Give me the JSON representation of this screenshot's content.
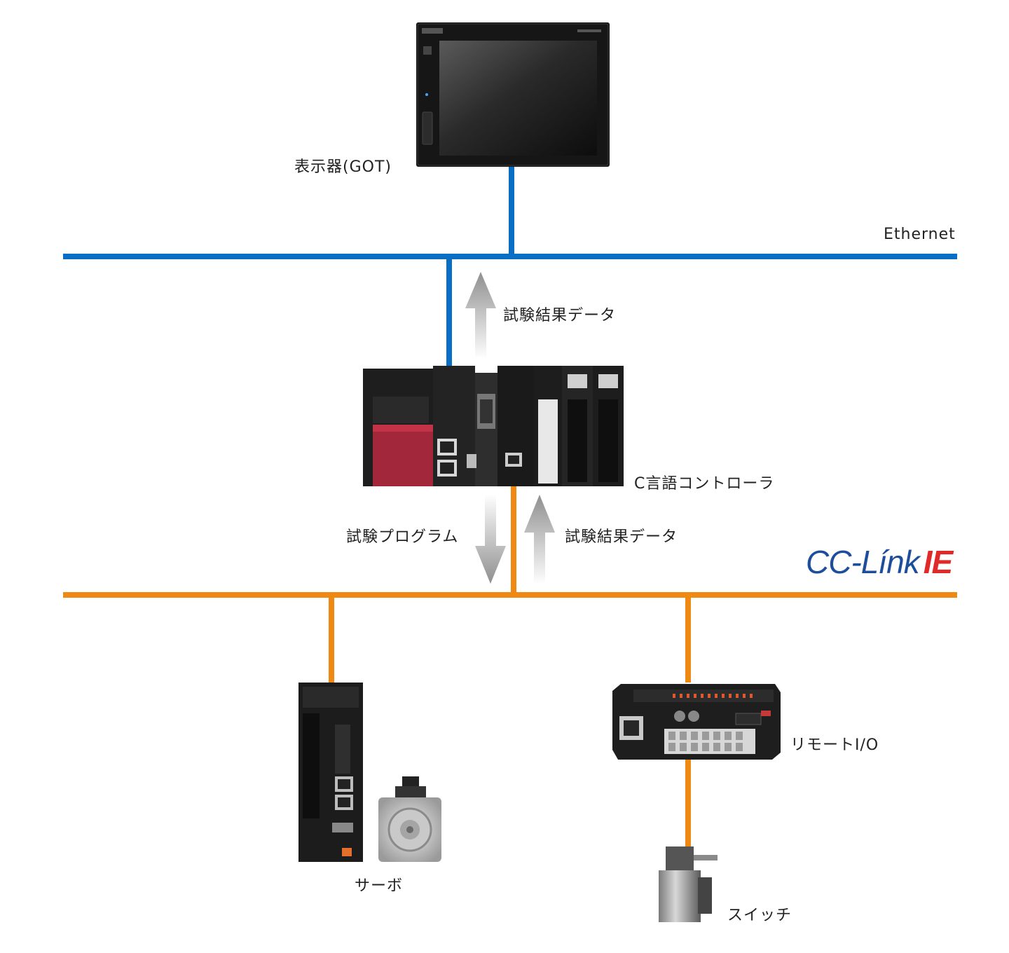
{
  "labels": {
    "got": "表示器(GOT)",
    "ethernet": "Ethernet",
    "test_result_upper": "試験結果データ",
    "controller": "C言語コントローラ",
    "test_program": "試験プログラム",
    "test_result_lower": "試験結果データ",
    "servo": "サーボ",
    "remote_io": "リモートI/O",
    "switch": "スイッチ"
  },
  "logo": {
    "cc_text": "CC-Línk",
    "ie_text": "IE"
  },
  "colors": {
    "ethernet": "#0a6ec5",
    "cclink": "#ee8a14",
    "logo_blue": "#1d4e9c",
    "logo_red": "#e02a2a",
    "arrow_gray": "#a8a8a8"
  },
  "icons": [
    "got-display-icon",
    "controller-icon",
    "servo-amp-icon",
    "servo-motor-icon",
    "remote-io-icon",
    "switch-icon"
  ]
}
